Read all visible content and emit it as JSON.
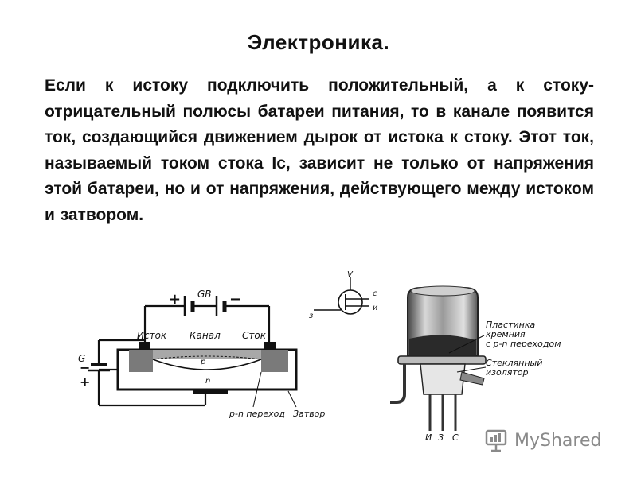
{
  "title": "Электроника.",
  "paragraph": "Если к истоку подключить положительный, а к стоку-отрицательный полюсы батареи питания, то в канале появится ток, создающийся движением дырок от истока к стоку. Этот ток, называемый током стока Iс, зависит не только от напряжения этой батареи, но и от напряжения, действующего между истоком и затвором.",
  "schematic": {
    "plus_top": "+",
    "minus_top": "−",
    "battery_top": "GB",
    "source": "Исток",
    "channel": "Канал",
    "drain": "Сток",
    "battery_left": "G",
    "minus_left": "−",
    "plus_left": "+",
    "p_region": "p",
    "n_region": "n",
    "pn_junction": "p-n переход",
    "gate": "Затвор"
  },
  "symbol": {
    "drain_pin": "c",
    "substrate_pin": "V",
    "gate_pin": "з",
    "source_pin": "и"
  },
  "device": {
    "label_plate": "Пластинка кремния с p-n переходом",
    "label_insulator": "Стеклянный изолятор",
    "pin_source": "И",
    "pin_gate": "З",
    "pin_drain": "С"
  },
  "watermark": {
    "brand": "MyShared"
  },
  "colors": {
    "background": "#ffffff",
    "text": "#111111",
    "watermark": "#8a8a8a"
  }
}
